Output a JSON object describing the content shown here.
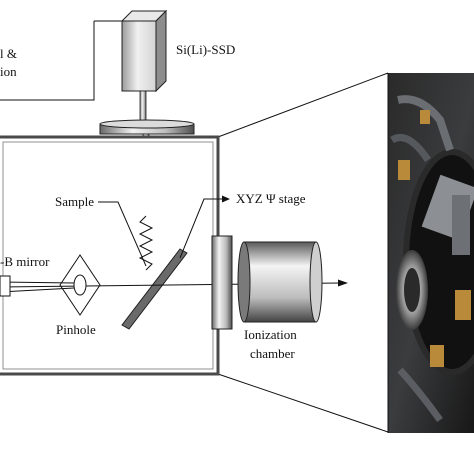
{
  "labels": {
    "control_partial_line1": "l &",
    "control_partial_line2": "ion",
    "detector": "Si(Li)-SSD",
    "sample": "Sample",
    "stage": "XYZ Ψ stage",
    "mirror": "-B mirror",
    "pinhole": "Pinhole",
    "ionization_line1": "Ionization",
    "ionization_line2": "chamber"
  },
  "colors": {
    "ink": "#111111",
    "chamber_wall": "#4a4a4a",
    "photo_dark": "#1b1b1b",
    "photo_metal": "#8c8f94",
    "photo_gold": "#b88a3a"
  }
}
